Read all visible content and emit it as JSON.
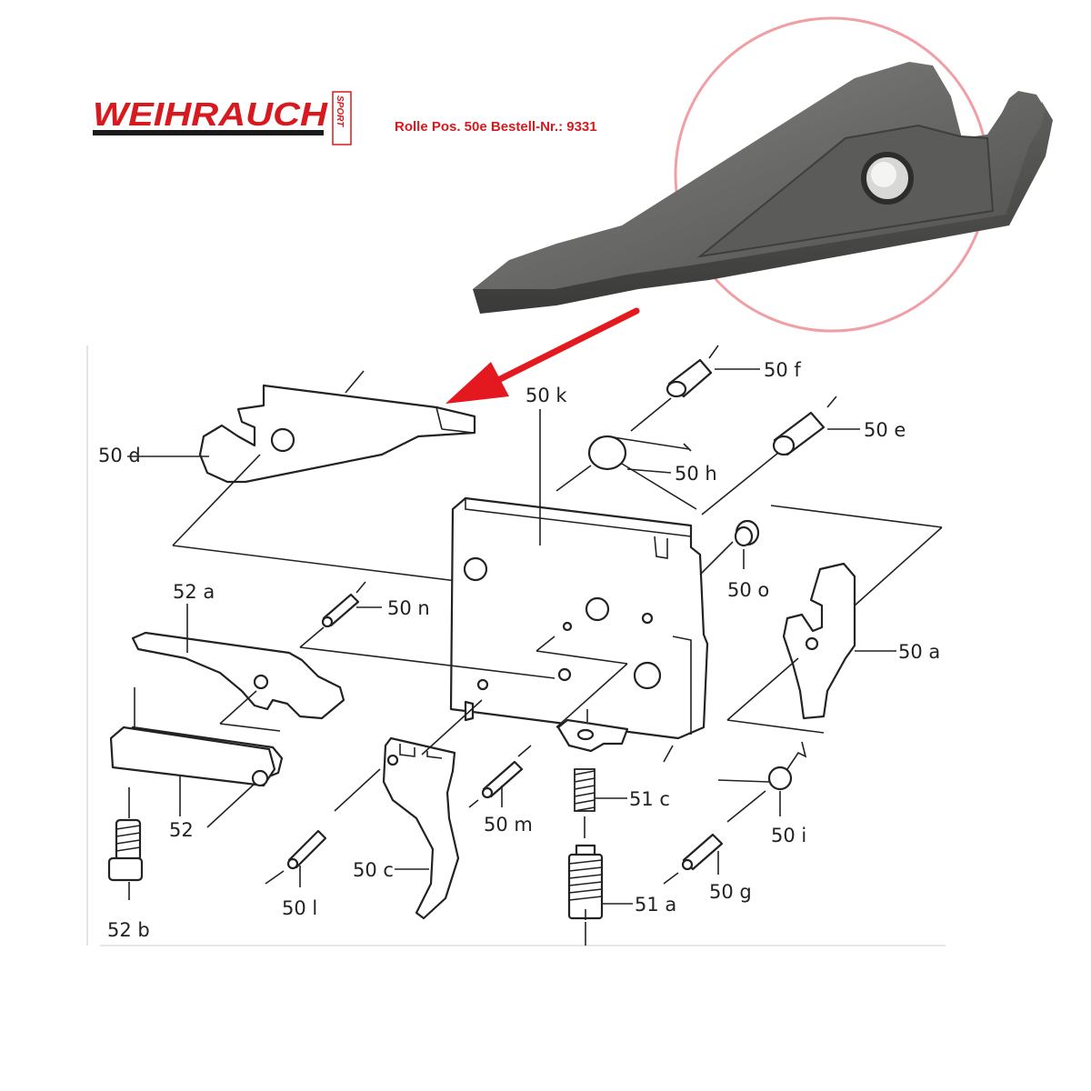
{
  "brand": {
    "name": "WEIHRAUCH",
    "tag": "SPORT",
    "color_red": "#d61a1f",
    "color_dark": "#1a1a1a"
  },
  "caption": "Rolle Pos. 50e Bestell-Nr.: 9331",
  "highlight": {
    "circle_color": "#f0a0a4",
    "arrow_color": "#e3191f"
  },
  "labels": {
    "p50d": "50 d",
    "p50k": "50 k",
    "p50f": "50 f",
    "p50e": "50 e",
    "p50h": "50 h",
    "p50o": "50 o",
    "p50n": "50 n",
    "p52a": "52 a",
    "p50a": "50 a",
    "p52": "52",
    "p51c": "51 c",
    "p50m": "50 m",
    "p50i": "50 i",
    "p50c": "50 c",
    "p51a": "51 a",
    "p50g": "50 g",
    "p52b": "52 b",
    "p50l": "50 l"
  }
}
